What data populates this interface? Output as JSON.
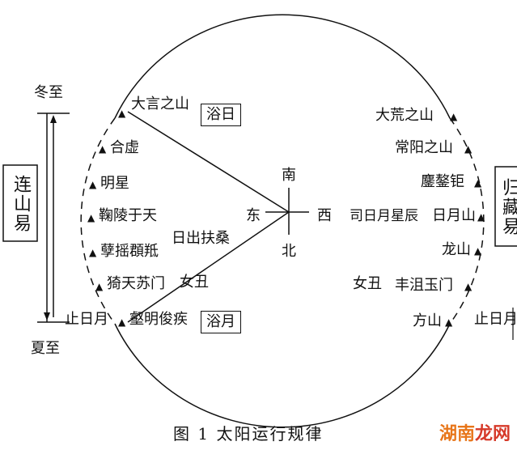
{
  "left_labels": {
    "dongzhi": "冬至",
    "xiazhi": "夏至",
    "zhiriyue": "止日月"
  },
  "lianshanyi": "连山易",
  "guicangyi": "归藏易",
  "right_edge": "止日月",
  "boxes": {
    "yuri": "浴日",
    "yuyue": "浴月"
  },
  "directions": {
    "south": "南",
    "north": "北",
    "east": "东",
    "west": "西"
  },
  "sunrise": "日出扶桑",
  "west_mountains": [
    "大言之山",
    "合虚",
    "明星",
    "鞠陵于天",
    "孽摇頵羝",
    "猗天苏门",
    "壑明俊疾"
  ],
  "west_nvchou": "女丑",
  "east_mountains": [
    "大荒之山",
    "常阳之山",
    "鏖鏊钜",
    "日月山",
    "龙山",
    "丰沮玉门",
    "方山"
  ],
  "east_siriyue": "司日月星辰",
  "east_nvchou": "女丑",
  "caption": "图 1    太阳运行规律",
  "logo": {
    "part1": "湖南",
    "part2": "龙网"
  }
}
